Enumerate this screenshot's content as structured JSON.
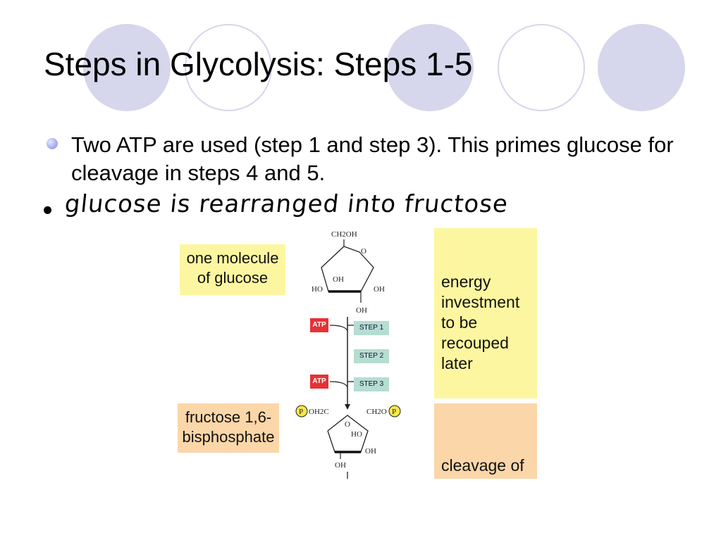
{
  "slide": {
    "title": "Steps in Glycolysis: Steps 1-5",
    "bullet": "Two ATP are used (step 1 and step 3).  This primes glucose for cleavage in steps 4 and 5.",
    "handwritten_note": "glucose is rearranged into fructose"
  },
  "figure": {
    "glucose_label": "one molecule of glucose",
    "fructose_label": "fructose 1,6-bisphosphate",
    "investment_label": "energy investment to be recouped later",
    "cleavage_label": "cleavage of",
    "atp_label": "ATP",
    "step1": "STEP 1",
    "step2": "STEP 2",
    "step3": "STEP 3",
    "glucose_chem": {
      "top": "CH2OH",
      "ring_o": "O",
      "inner_oh": "OH",
      "left_ho": "HO",
      "right_oh": "OH",
      "bottom_oh": "OH"
    },
    "fructose_chem": {
      "left_group": "OH2C",
      "right_group": "CH2O",
      "phosphate": "P",
      "ring_o": "O",
      "inner_ho": "HO",
      "right_oh": "OH",
      "bottom_oh": "OH"
    }
  },
  "colors": {
    "decor_circle": "#d6d6ec",
    "bullet": "#a9b0ee",
    "yellow_box": "#fdf6a0",
    "peach_box": "#fbd6a8",
    "atp_red": "#e53236",
    "step_teal": "#b5ddd1"
  }
}
